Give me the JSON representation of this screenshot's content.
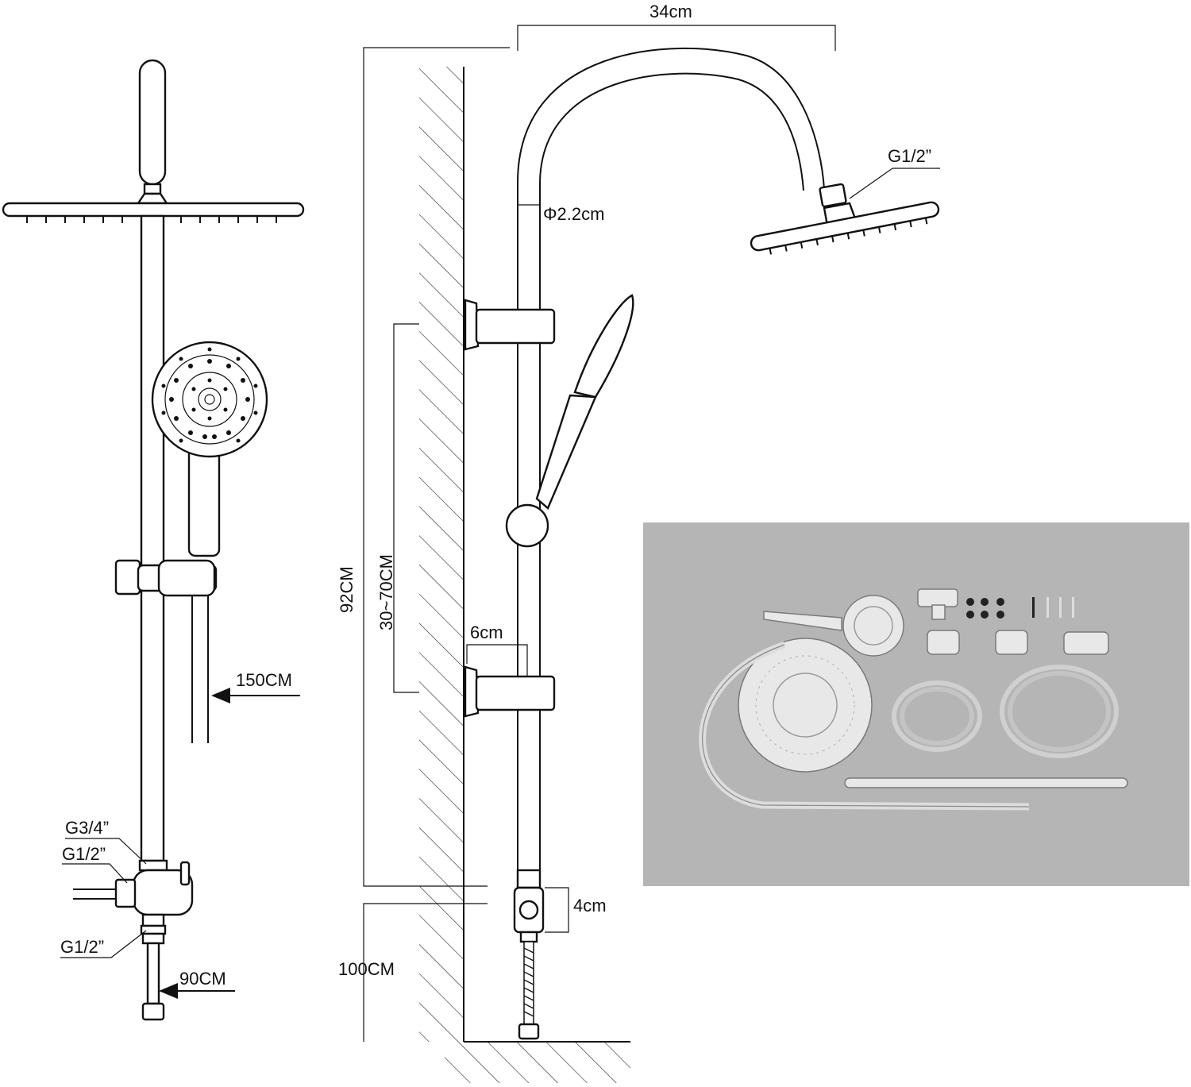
{
  "labels": {
    "arm_width": "34cm",
    "head_thread": "G1/2”",
    "pipe_diameter": "Φ2.2cm",
    "rail_height": "92CM",
    "bracket_range": "30~70CM",
    "bracket_width": "6cm",
    "fitting_length": "4cm",
    "hose_long": "150CM",
    "floor_height": "100CM",
    "inlet_hose": "90CM",
    "diverter_top": "G3/4”",
    "diverter_side": "G1/2”",
    "diverter_bottom": "G1/2”"
  },
  "colors": {
    "line": "#111111",
    "photo_background": "#b5b5b5",
    "chrome": "#e8e8e8"
  },
  "icons": {
    "rain_head": "rain-shower-head-icon",
    "hand_shower": "hand-shower-icon",
    "diverter": "diverter-valve-icon"
  }
}
